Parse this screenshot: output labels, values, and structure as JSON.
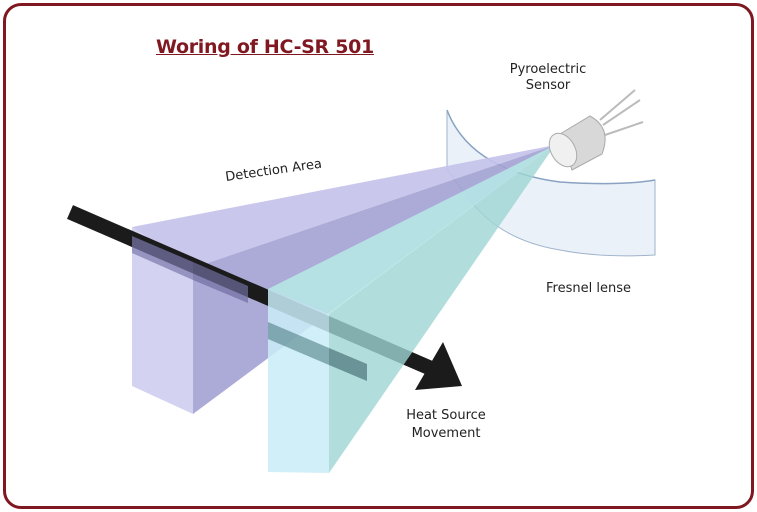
{
  "title": "Woring of HC-SR 501",
  "labels": {
    "sensor_line1": "Pyroelectric",
    "sensor_line2": "Sensor",
    "detection_area": "Detection Area",
    "fresnel": "Fresnel lense",
    "heat_line1": "Heat Source",
    "heat_line2": "Movement"
  },
  "colors": {
    "border": "#7f1820",
    "purple": "#a9a8d8",
    "teal": "#a8e0dc"
  }
}
